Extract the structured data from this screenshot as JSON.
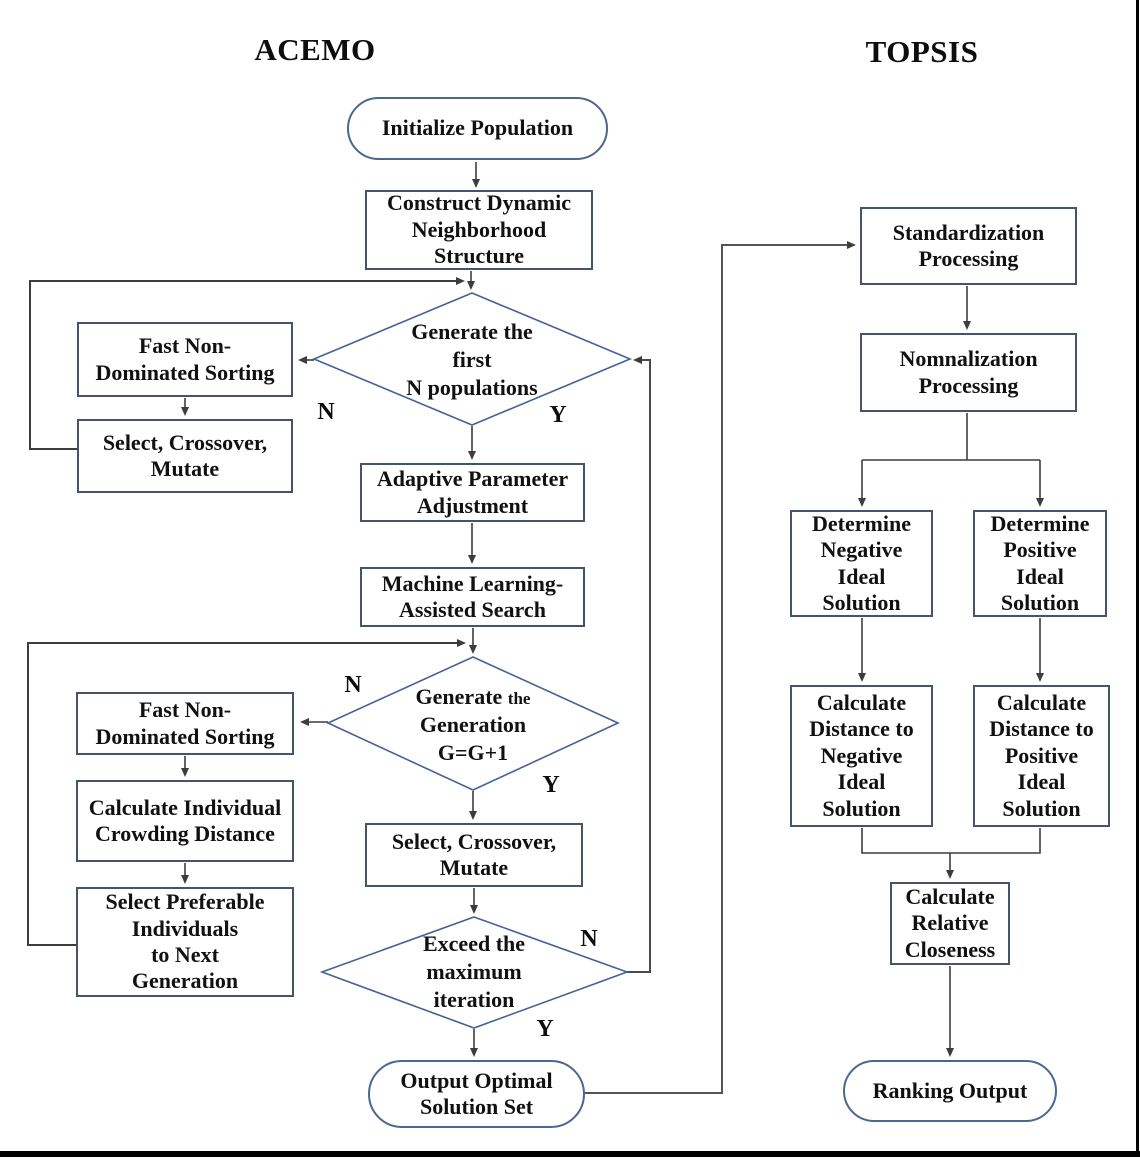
{
  "figure": {
    "colors": {
      "rect_border": "#44546a",
      "diamond_border": "#44619b",
      "stadium_border": "#4a6791",
      "connector": "#4a4a4a",
      "text": "#111111",
      "frame": "#000000"
    },
    "acemo": {
      "title": "ACEMO",
      "init": {
        "l1": "Initialize Population"
      },
      "construct": {
        "l1": "Construct Dynamic",
        "l2": "Neighborhood",
        "l3": "Structure"
      },
      "d1": {
        "l1": "Generate the",
        "l2": "first",
        "l3": "N populations"
      },
      "fast1": {
        "l1": "Fast Non-",
        "l2": "Dominated Sorting"
      },
      "scm1": {
        "l1": "Select, Crossover,",
        "l2": "Mutate"
      },
      "adaptive": {
        "l1": "Adaptive Parameter",
        "l2": "Adjustment"
      },
      "ml": {
        "l1": "Machine Learning-",
        "l2": "Assisted Search"
      },
      "d2": {
        "l1a": "Generate",
        "l1b": "the",
        "l2": "Generation",
        "l3": "G=G+1"
      },
      "fast2": {
        "l1": "Fast Non-",
        "l2": "Dominated Sorting"
      },
      "crowd": {
        "l1": "Calculate Individual",
        "l2": "Crowding Distance"
      },
      "pref": {
        "l1": "Select Preferable",
        "l2": "Individuals",
        "l3": "to Next",
        "l4": "Generation"
      },
      "scm2": {
        "l1": "Select, Crossover,",
        "l2": "Mutate"
      },
      "d3": {
        "l1": "Exceed the",
        "l2": "maximum",
        "l3": "iteration"
      },
      "out": {
        "l1": "Output Optimal",
        "l2": "Solution Set"
      },
      "labels": {
        "d1_n": "N",
        "d1_y": "Y",
        "d2_n": "N",
        "d2_y": "Y",
        "d3_n": "N",
        "d3_y": "Y"
      }
    },
    "topsis": {
      "title": "TOPSIS",
      "std": {
        "l1": "Standardization",
        "l2": "Processing"
      },
      "nom": {
        "l1": "Nomnalization",
        "l2": "Processing"
      },
      "detneg": {
        "l1": "Determine",
        "l2": "Negative",
        "l3": "Ideal",
        "l4": "Solution"
      },
      "detpos": {
        "l1": "Determine",
        "l2": "Positive",
        "l3": "Ideal",
        "l4": "Solution"
      },
      "distneg": {
        "l1": "Calculate",
        "l2": "Distance to",
        "l3": "Negative",
        "l4": "Ideal",
        "l5": "Solution"
      },
      "distpos": {
        "l1": "Calculate",
        "l2": "Distance to",
        "l3": "Positive",
        "l4": "Ideal",
        "l5": "Solution"
      },
      "close": {
        "l1": "Calculate",
        "l2": "Relative",
        "l3": "Closeness"
      },
      "rank": {
        "l1": "Ranking Output"
      }
    }
  }
}
